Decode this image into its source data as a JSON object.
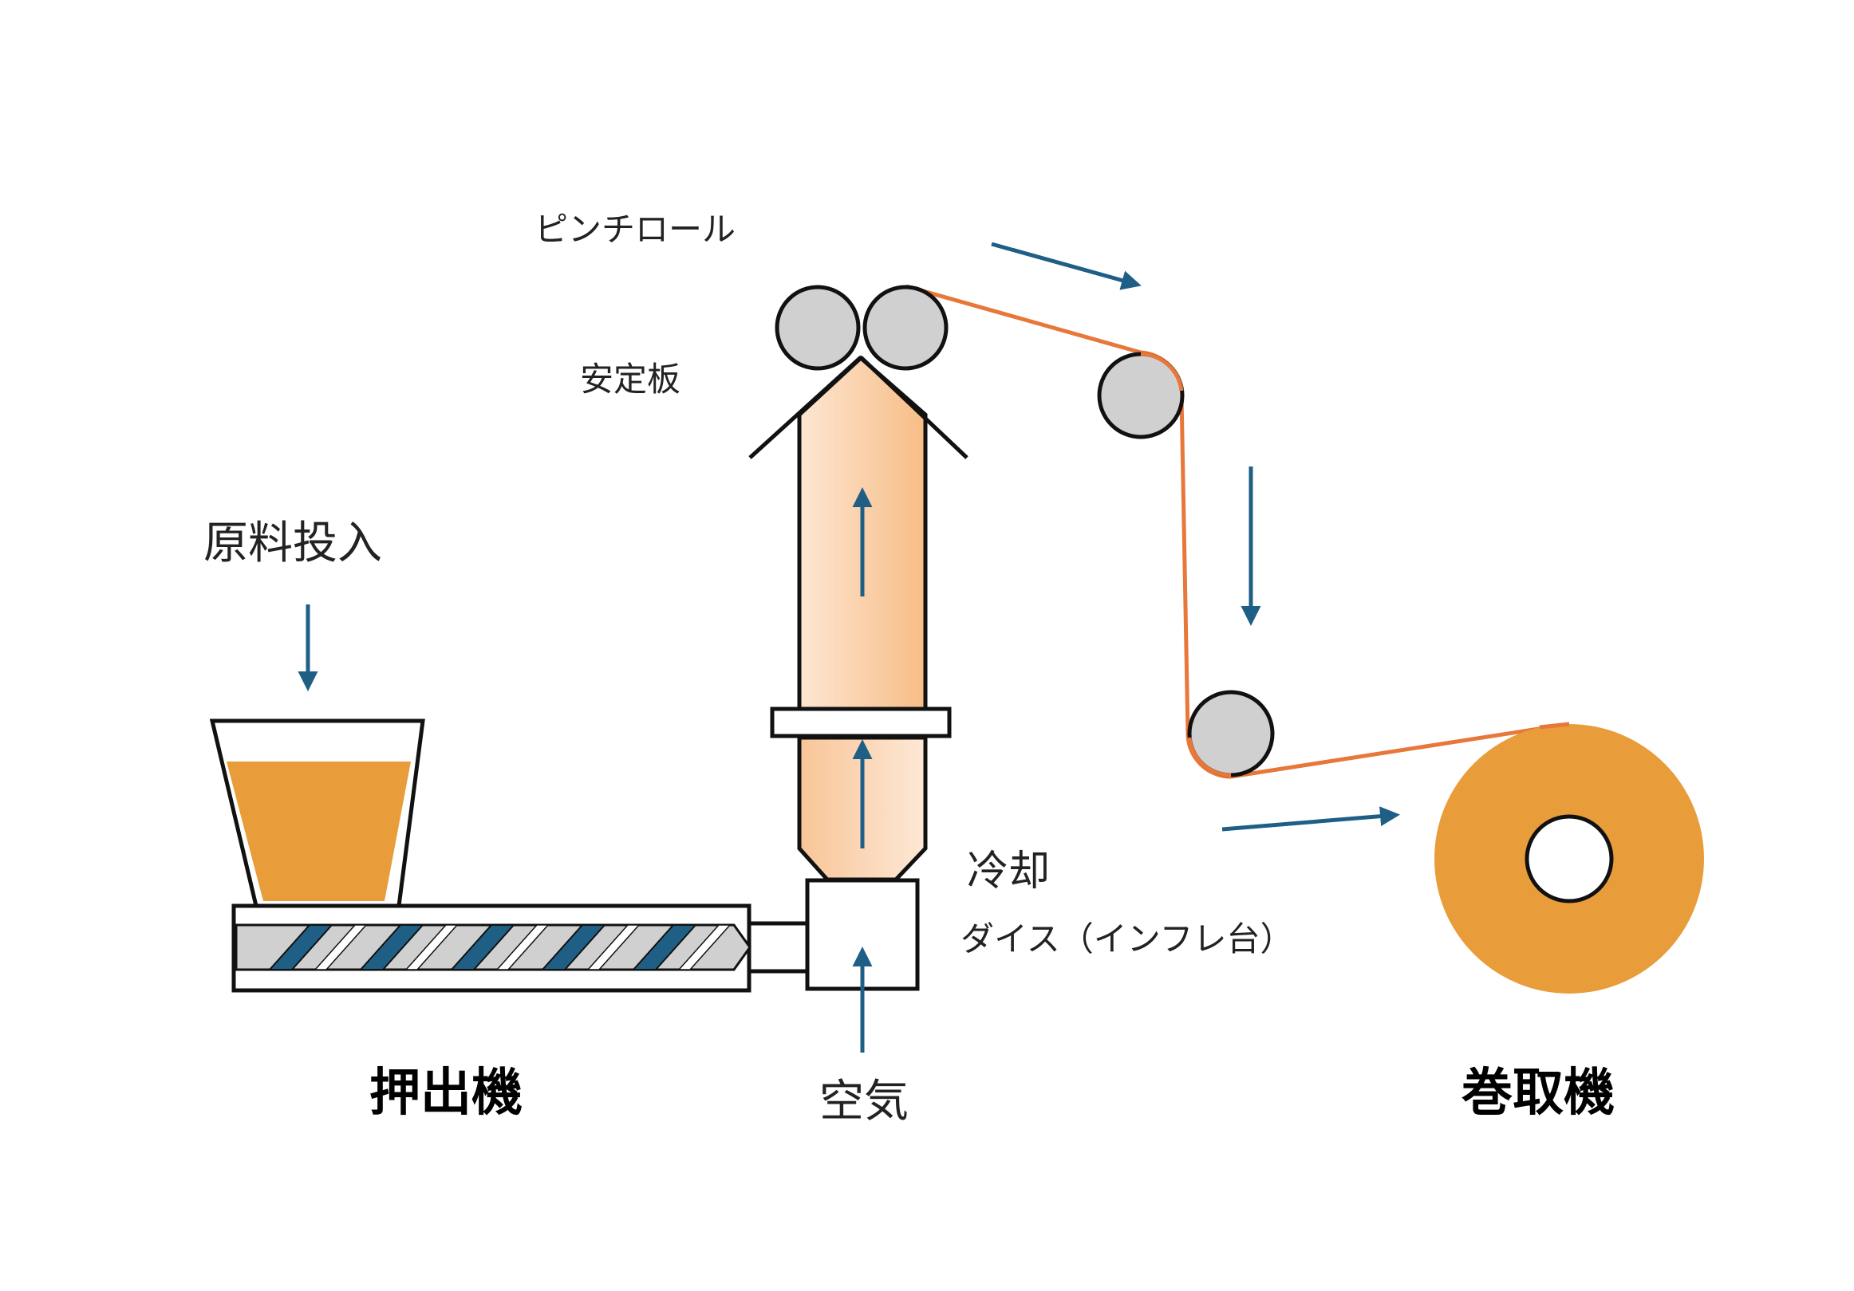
{
  "labels": {
    "raw_material_input": "原料投入",
    "extruder": "押出機",
    "air": "空気",
    "cooling": "冷却",
    "die": "ダイス（インフレ台）",
    "pinch_roll": "ピンチロール",
    "stabilizer_plate": "安定板",
    "winder": "巻取機"
  },
  "colors": {
    "flow_arrow": "#1f5f85",
    "film": "#e8773a",
    "material": "#e89d3a",
    "screw_flight": "#1f5f85",
    "roller": "#d0d0d0",
    "bubble_light": "#fde3cc",
    "bubble_dark": "#f8c28e",
    "outline": "#111111"
  }
}
